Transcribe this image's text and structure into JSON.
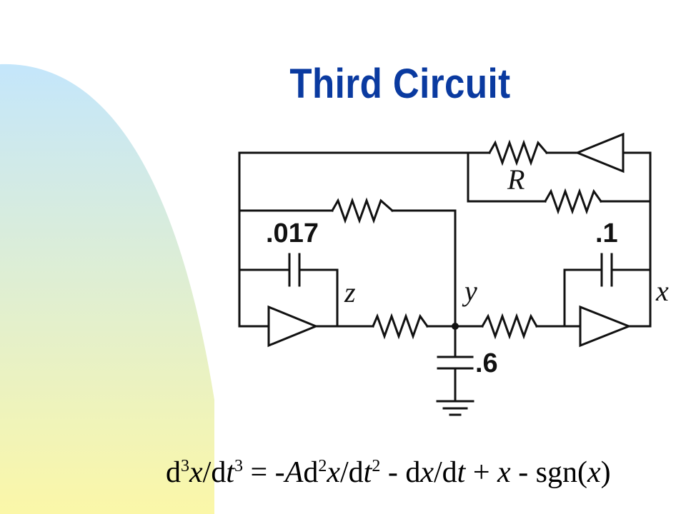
{
  "slide": {
    "title": "Third Circuit",
    "background": {
      "gradient_top": "#c4e6fb",
      "gradient_bottom": "#fbf7a8"
    },
    "title_color": "#0a3aa0"
  },
  "circuit": {
    "labels": {
      "resistor_R": "R",
      "cap_top_left": ".017",
      "cap_top_right": ".1",
      "cap_ground": ".6",
      "node_z": "z",
      "node_y": "y",
      "node_x": "x"
    }
  },
  "equation": {
    "d1": "d",
    "e1": "3",
    "v1": "x",
    "s1": "/d",
    "v2": "t",
    "e2": "3",
    "eq": " = -",
    "A": "A",
    "d2": "d",
    "e3": "2",
    "v3": "x",
    "s2": "/d",
    "v4": "t",
    "e4": "2",
    "m1": " - d",
    "v5": "x",
    "s3": "/d",
    "v6": "t",
    "p1": " + ",
    "v7": "x",
    "m2": " - sgn(",
    "v8": "x",
    "close": ")"
  }
}
